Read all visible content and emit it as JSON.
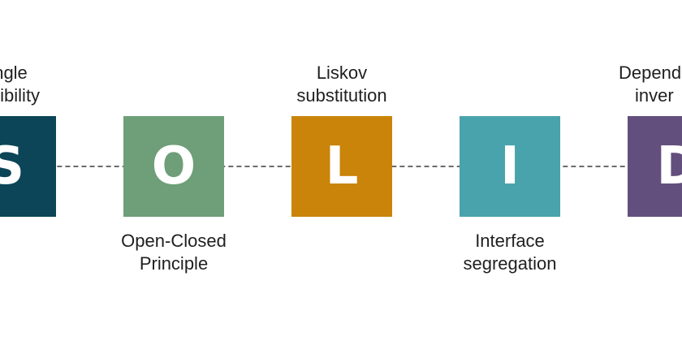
{
  "principles": [
    {
      "letter": "S",
      "label_lines": [
        "ngle",
        "nsibility"
      ],
      "color": "#0b4557"
    },
    {
      "letter": "O",
      "label_lines": [
        "Open-Closed",
        "Principle"
      ],
      "color": "#6e9f78"
    },
    {
      "letter": "L",
      "label_lines": [
        "Liskov",
        "substitution"
      ],
      "color": "#c98409"
    },
    {
      "letter": "I",
      "label_lines": [
        "Interface",
        "segregation"
      ],
      "color": "#49a3ad"
    },
    {
      "letter": "D",
      "label_lines": [
        "Depend",
        "inver"
      ],
      "color": "#634f7d"
    }
  ]
}
